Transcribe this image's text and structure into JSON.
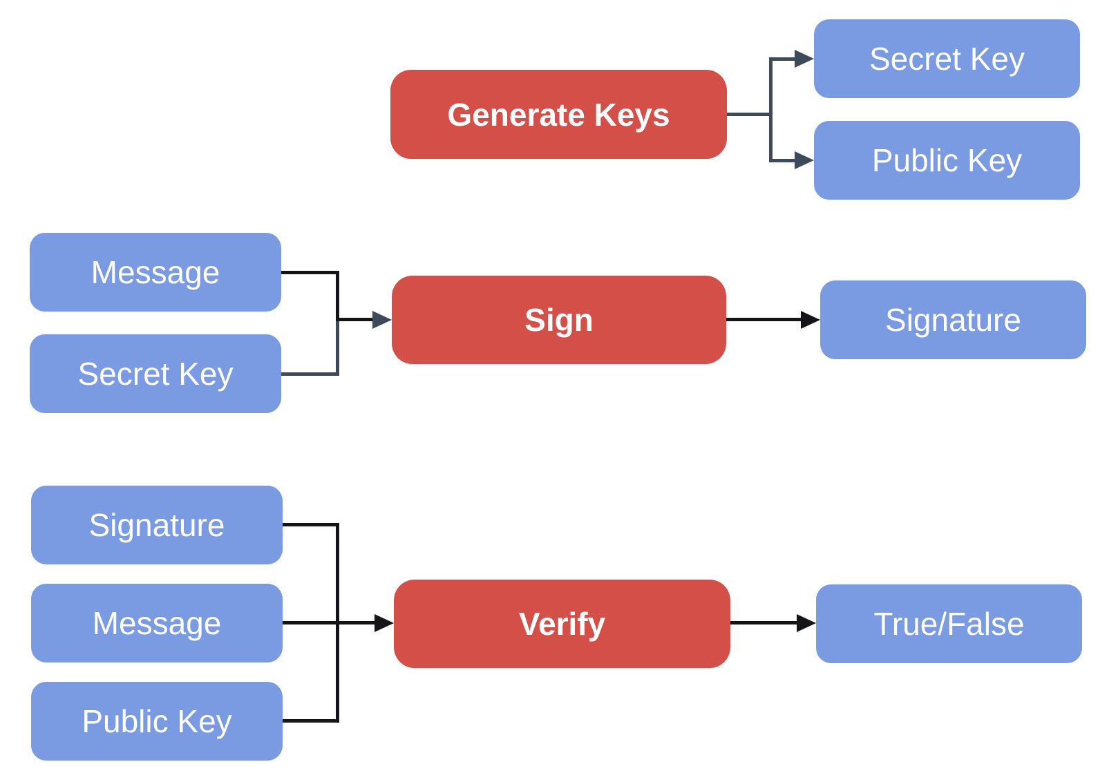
{
  "colors": {
    "background": "#ffffff",
    "process_fill": "#d34f48",
    "data_fill": "#7a9ae1",
    "connector_black": "#131519",
    "connector_slate": "#3e4a59",
    "label_text": "#ffffff"
  },
  "flows": {
    "generate": {
      "process": "Generate Keys",
      "outputs": [
        "Secret Key",
        "Public Key"
      ]
    },
    "sign": {
      "inputs": [
        "Message",
        "Secret Key"
      ],
      "process": "Sign",
      "outputs": [
        "Signature"
      ]
    },
    "verify": {
      "inputs": [
        "Signature",
        "Message",
        "Public Key"
      ],
      "process": "Verify",
      "outputs": [
        "True/False"
      ]
    }
  }
}
